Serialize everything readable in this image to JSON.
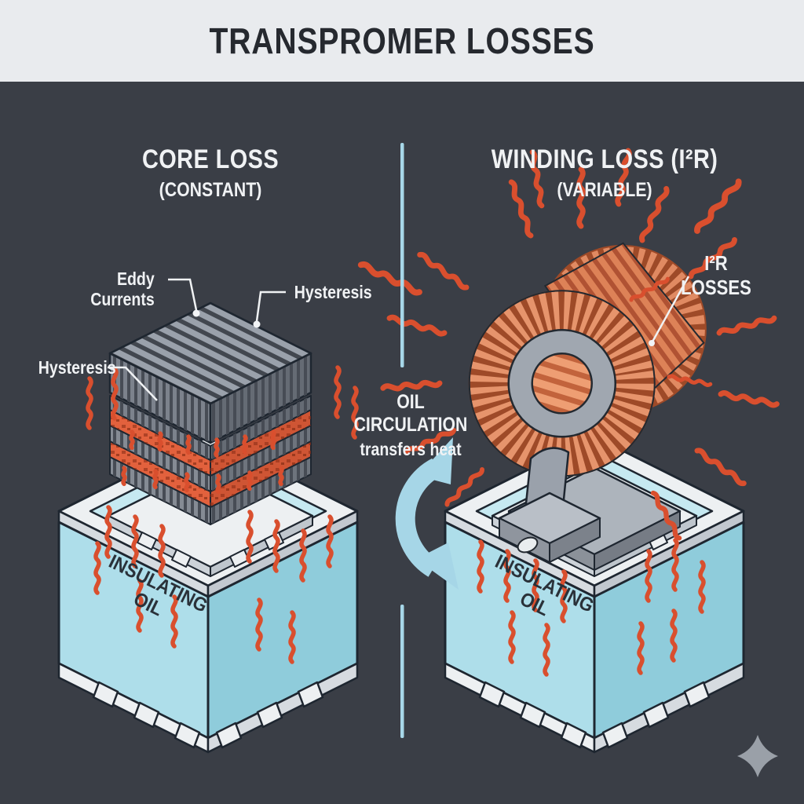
{
  "title": "TRANSPROMER LOSSES",
  "panels": {
    "left": {
      "heading": "CORE LOSS",
      "subheading": "(CONSTANT)",
      "labels": {
        "eddy": "Eddy Currents",
        "hysteresis_right": "Hysteresis",
        "hysteresis_left": "Hysteresis"
      },
      "tank": {
        "line1": "INSULATING",
        "line2": "OIL"
      }
    },
    "right": {
      "heading": "WINDING LOSS (I²R)",
      "subheading": "(VARIABLE)",
      "labels": {
        "i2r_line1": "I²R",
        "i2r_line2": "LOSSES"
      },
      "tank": {
        "line1": "INSULATING",
        "line2": "OIL"
      }
    }
  },
  "center": {
    "line1": "OIL CIRCULATION",
    "line2": "transfers heat"
  },
  "icons": {
    "divider": "vertical-divider-line",
    "circulation_arrow": "curved-double-arrow",
    "sparkle": "four-point-star"
  },
  "colors": {
    "background": "#3a3e46",
    "header_band": "#e9ebee",
    "title_text": "#26292f",
    "light_text": "#f0f2f4",
    "accent_blue": "#a7d7e8",
    "tank_wall_light": "#aedeea",
    "tank_wall_dark": "#8fccdb",
    "oil_surface": "#c6e9f1",
    "metal_white": "#edf0f2",
    "metal_shadow": "#ccd2d8",
    "core_gray": "#9aa1ab",
    "copper": "#e08a62",
    "heat_red": "#d94f2e",
    "outline": "#1e2630",
    "sparkle_gray": "#9aa0a8"
  }
}
